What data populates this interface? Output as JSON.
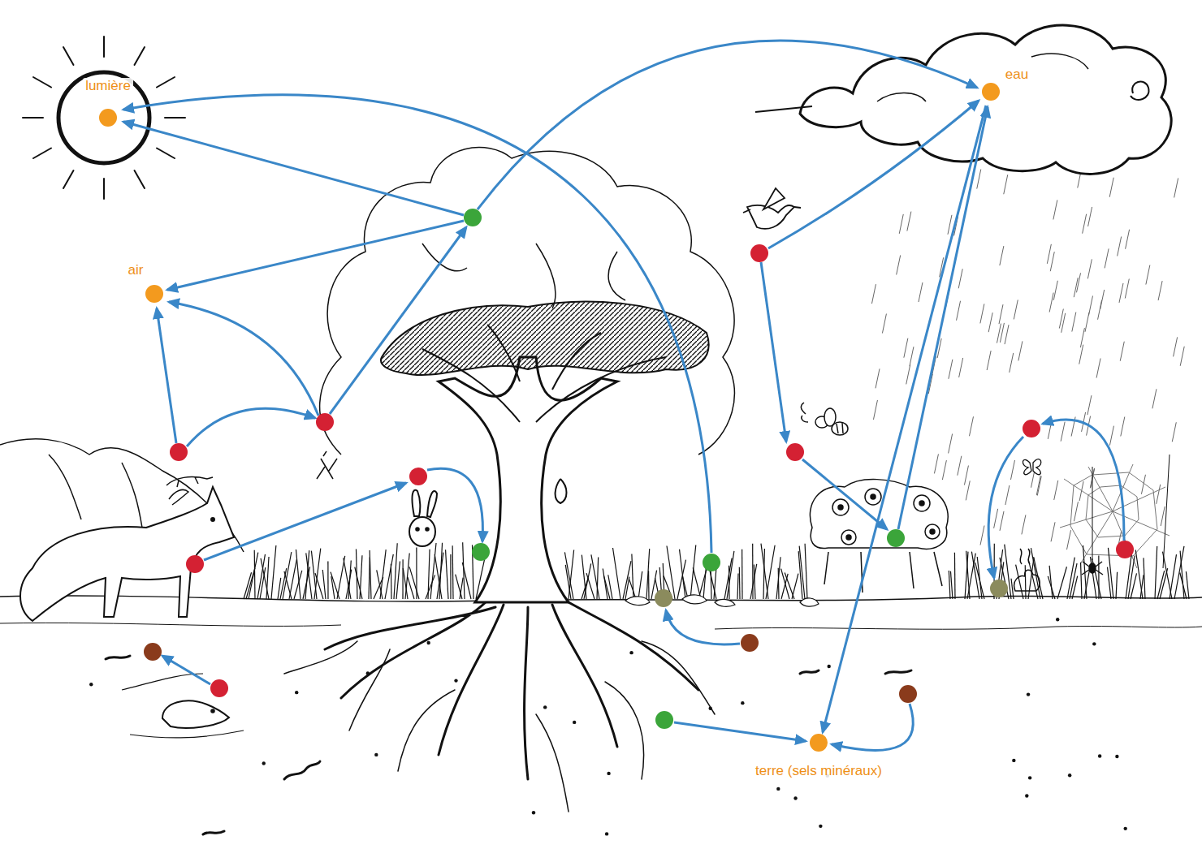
{
  "diagram": {
    "nodes": [
      {
        "text": [
          "lumière"
        ]
      },
      {
        "text": [
          "eau"
        ]
      },
      {
        "text": [
          "air"
        ]
      },
      {
        "text": [
          "terre (sels minéraux)"
        ]
      }
    ],
    "edges": []
  }
}
